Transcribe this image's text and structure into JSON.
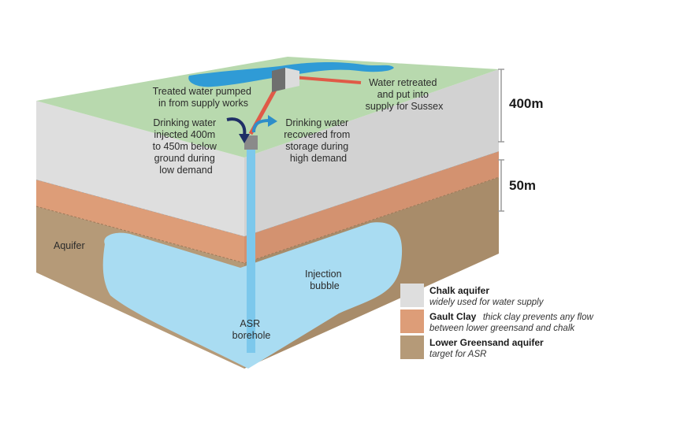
{
  "colors": {
    "grass": "#b8d9ae",
    "chalk_top": "#dcdcdc",
    "chalk": "#dedede",
    "clay": "#dd9d78",
    "greensand": "#b59a78",
    "bubble": "#a9dcf2",
    "water": "#2f9bd6",
    "pipe": "#e05a47",
    "pump": "#6f6f6f",
    "inject_arrow": "#1f2f66",
    "recover_arrow": "#2e8ec9",
    "dim_line": "#9a9a9a"
  },
  "labels": {
    "treated_water": [
      "Treated water pumped",
      "in from supply works"
    ],
    "retreated": [
      "Water retreated",
      "and put into",
      "supply for Sussex"
    ],
    "injected": [
      "Drinking water",
      "injected 400m",
      "to 450m below",
      "ground during",
      "low demand"
    ],
    "recovered": [
      "Drinking water",
      "recovered from",
      "storage during",
      "high demand"
    ],
    "aquifer": "Aquifer",
    "injection_bubble": [
      "Injection",
      "bubble"
    ],
    "asr_borehole": [
      "ASR",
      "borehole"
    ]
  },
  "dimensions": {
    "chalk_depth": "400m",
    "clay_depth": "50m"
  },
  "legend": [
    {
      "title": "Chalk aquifer",
      "desc": "",
      "desc2": "widely used for water supply",
      "color": "#dedede"
    },
    {
      "title": "Gault Clay",
      "desc": "thick clay prevents any flow",
      "desc2": "between lower greensand and chalk",
      "color": "#dd9d78"
    },
    {
      "title": "Lower Greensand aquifer",
      "desc": "",
      "desc2": "target for ASR",
      "color": "#b59a78"
    }
  ]
}
